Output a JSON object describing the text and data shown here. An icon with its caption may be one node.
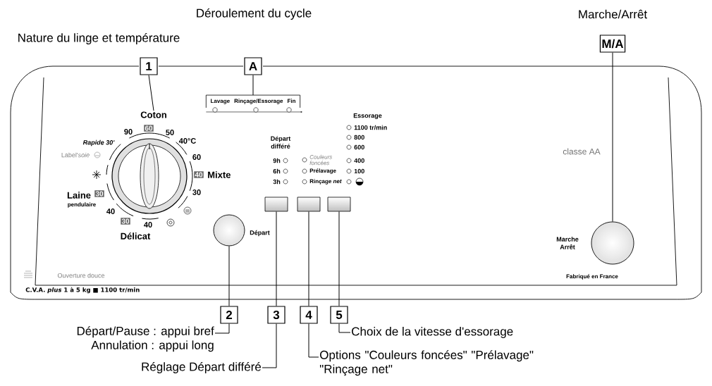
{
  "diagram": {
    "nodes": [
      {
        "text": [
          "1"
        ],
        "beside": [
          "Nature du linge et température"
        ]
      },
      {
        "text": [
          "A"
        ],
        "beside": [
          "Déroulement du cycle"
        ]
      },
      {
        "text": [
          "M/A"
        ],
        "beside": [
          "Marche/Arrêt"
        ]
      },
      {
        "text": [
          "Coton"
        ]
      },
      {
        "text": [
          "Lavage",
          "Rinçage/Essorage",
          "Fin"
        ]
      },
      {
        "text": [],
        "shape": "circle",
        "beside": [
          "Départ"
        ]
      },
      {
        "text": [],
        "shape": "box"
      },
      {
        "text": [],
        "shape": "box"
      },
      {
        "text": [],
        "shape": "box"
      },
      {
        "text": [],
        "shape": "circle",
        "beside": [
          "Marche Arrêt"
        ]
      },
      {
        "text": [
          "2"
        ]
      },
      {
        "text": [
          "3"
        ]
      },
      {
        "text": [
          "4"
        ]
      },
      {
        "text": [
          "5"
        ]
      },
      {
        "text": [
          "Départ/Pause : appui bref",
          "Annulation : appui long"
        ]
      },
      {
        "text": [
          "Réglage Départ différé"
        ]
      },
      {
        "text": [
          "Options \"Couleurs foncées\" \"Prélavage\" \"Rinçage net\""
        ]
      },
      {
        "text": [
          "Choix de la vitesse d'essorage"
        ]
      }
    ],
    "edges": [
      {
        "from": 0,
        "to": 3,
        "arrow": "none"
      },
      {
        "from": 1,
        "to": 4,
        "arrow": "none"
      },
      {
        "from": 2,
        "to": 9,
        "arrow": "none"
      },
      {
        "from": 5,
        "to": 10,
        "arrow": "none"
      },
      {
        "from": 6,
        "to": 11,
        "arrow": "none"
      },
      {
        "from": 7,
        "to": 12,
        "arrow": "none"
      },
      {
        "from": 8,
        "to": 13,
        "arrow": "none"
      },
      {
        "from": 10,
        "to": 14,
        "arrow": "none"
      },
      {
        "from": 11,
        "to": 15,
        "arrow": "none"
      },
      {
        "from": 12,
        "to": 16,
        "arrow": "none"
      },
      {
        "from": 13,
        "to": 17,
        "arrow": "none"
      }
    ],
    "labels": [
      "90",
      "60",
      "50",
      "Rapide 30'",
      "40°C",
      "Label'*soie*",
      "60",
      "40",
      "Mixte",
      "Laine",
      "30",
      "pendulaire",
      "30",
      "40",
      "30",
      "40",
      "Délicat",
      "Départ différé",
      "9h",
      "6h",
      "3h",
      "Couleurs foncées",
      "Prélavage",
      "Rinçage *net*",
      "Essorage",
      "1100 tr/min",
      "800",
      "600",
      "400",
      "100",
      "classe AA",
      "Ouverture douce",
      "C.V.A. *plus* 1 à 5 kg ■ 1100 tr/min",
      "Fabriqué en France"
    ]
  }
}
